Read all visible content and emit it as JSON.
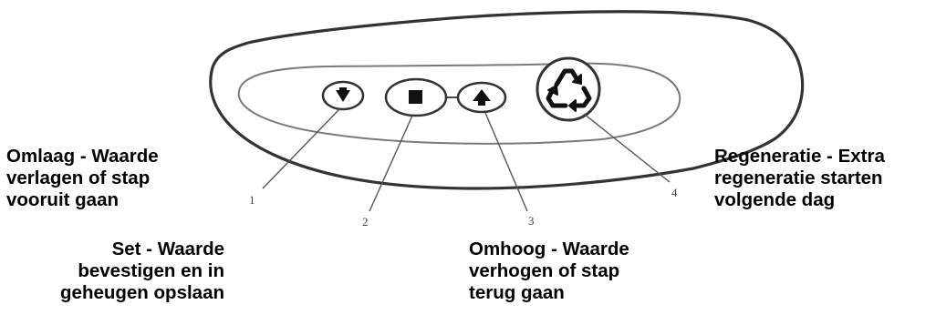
{
  "callouts": [
    {
      "number": "1",
      "lines": [
        "Omlaag -  Waarde",
        "verlagen of stap",
        "vooruit gaan"
      ]
    },
    {
      "number": "2",
      "lines": [
        "Set - Waarde",
        "bevestigen en in",
        "geheugen opslaan"
      ]
    },
    {
      "number": "3",
      "lines": [
        "Omhoog - Waarde",
        "verhogen of stap",
        "terug gaan"
      ]
    },
    {
      "number": "4",
      "lines": [
        "Regeneratie - Extra",
        "regeneratie starten",
        "volgende dag"
      ]
    }
  ],
  "buttons": [
    {
      "id": "down",
      "icon": "arrow-down-icon"
    },
    {
      "id": "set",
      "icon": "square-stop-icon"
    },
    {
      "id": "up",
      "icon": "arrow-up-icon"
    },
    {
      "id": "regeneration",
      "icon": "recycle-icon"
    }
  ],
  "colors": {
    "outline": "#333333",
    "leader": "#555555",
    "text": "#000000"
  }
}
